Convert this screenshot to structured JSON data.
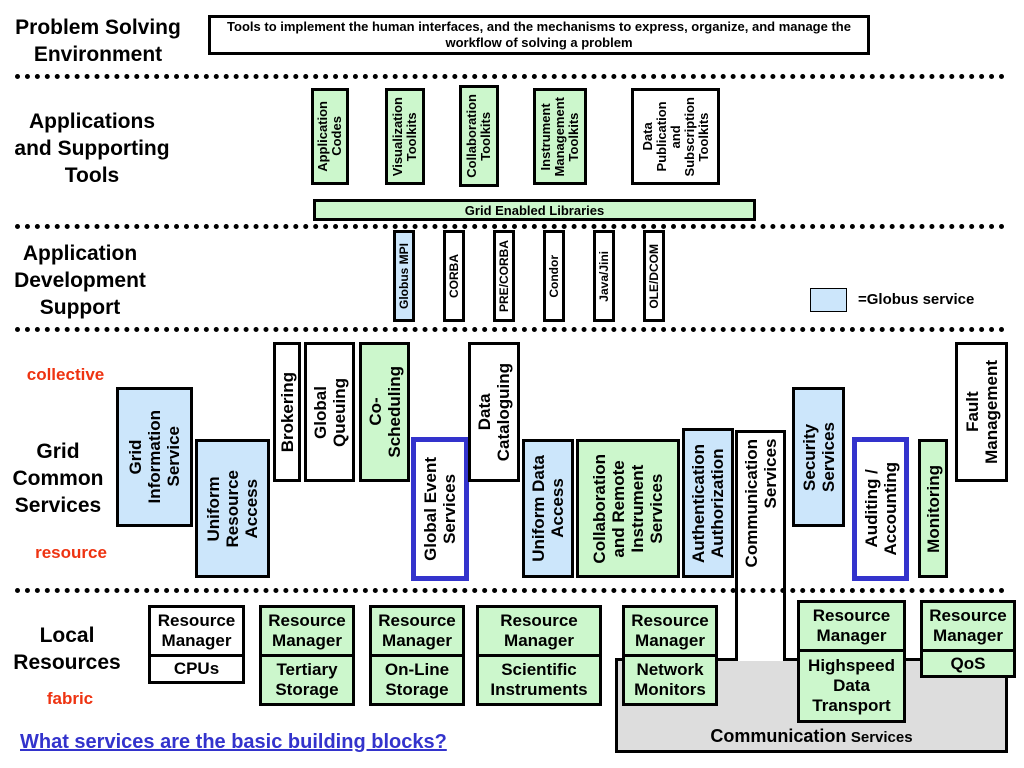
{
  "layers": {
    "problem_solving": {
      "label": "Problem Solving\nEnvironment",
      "description": "Tools to implement the human interfaces, and the mechanisms to express, organize, and manage the workflow of solving a problem"
    },
    "applications": {
      "label": "Applications\nand Supporting\nTools",
      "items": [
        {
          "text": "Application\nCodes",
          "color": "green"
        },
        {
          "text": "Visualization\nToolkits",
          "color": "green"
        },
        {
          "text": "Collaboration\nToolkits",
          "color": "green"
        },
        {
          "text": "Instrument\nManagement\nToolkits",
          "color": "green"
        },
        {
          "text": "Data\nPublication\nand\nSubscription\nToolkits",
          "color": "white"
        }
      ],
      "libraries": "Grid Enabled Libraries"
    },
    "app_dev": {
      "label": "Application\nDevelopment\nSupport",
      "items": [
        "Globus MPI",
        "CORBA",
        "PRE/CORBA",
        "Condor",
        "Java/Jini",
        "OLE/DCOM"
      ]
    },
    "legend": {
      "text": "=Globus service",
      "color": "#cce6fb"
    },
    "grid_common": {
      "label": "Grid\nCommon\nServices",
      "collective": "collective",
      "resource": "resource",
      "items": [
        "Grid\nInformation\nService",
        "Uniform\nResource\nAccess",
        "Brokering",
        "Global\nQueuing",
        "Co-\nScheduling",
        "Global Event\nServices",
        "Data\nCataloguing",
        "Uniform Data\nAccess",
        "Collaboration\nand Remote\nInstrument\nServices",
        "Authentication\nAuthorization",
        "Communication\nServices",
        "Security\nServices",
        "Auditing /\nAccounting",
        "Monitoring",
        "Fault\nManagement"
      ]
    },
    "local": {
      "label": "Local\nResources",
      "fabric": "fabric",
      "resource_manager": "Resource\nManager",
      "items": [
        "CPUs",
        "Tertiary\nStorage",
        "On-Line\nStorage",
        "Scientific\nInstruments",
        "Network\nMonitors",
        "Highspeed\nData\nTransport",
        "QoS"
      ],
      "communication_big": "Communication",
      "communication_small": "Services"
    }
  },
  "question_link": "What services are the basic building blocks?",
  "colors": {
    "green": "#ccf7cc",
    "blue": "#cce6fb",
    "event_border": "#3333cc",
    "red_label": "#ee3311",
    "link": "#3333cc",
    "comm_gray": "#dddddd"
  }
}
